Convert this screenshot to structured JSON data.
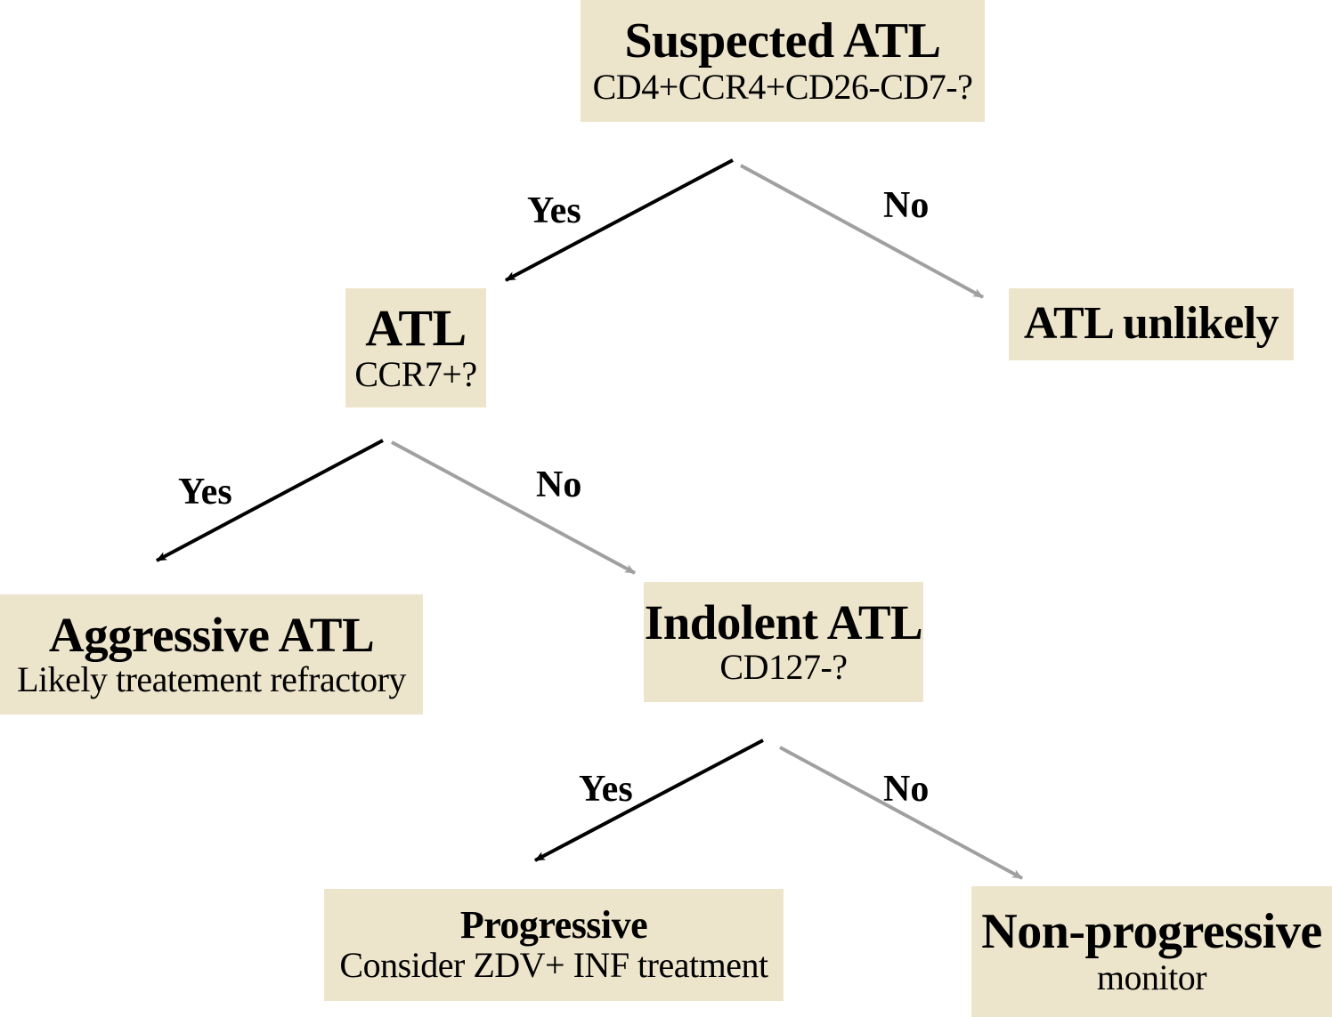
{
  "nodes": {
    "suspected": {
      "title": "Suspected ATL",
      "subtitle": "CD4+CCR4+CD26-CD7-?"
    },
    "atl": {
      "title": "ATL",
      "subtitle": "CCR7+?"
    },
    "unlikely": {
      "title": "ATL unlikely"
    },
    "aggressive": {
      "title": "Aggressive ATL",
      "subtitle": "Likely treatement refractory"
    },
    "indolent": {
      "title": "Indolent ATL",
      "subtitle": "CD127-?"
    },
    "progressive": {
      "title": "Progressive",
      "subtitle": "Consider ZDV+ INF treatment"
    },
    "nonprogressive": {
      "title": "Non-progressive",
      "subtitle": "monitor"
    }
  },
  "edges": {
    "suspected_yes": "Yes",
    "suspected_no": "No",
    "atl_yes": "Yes",
    "atl_no": "No",
    "indolent_yes": "Yes",
    "indolent_no": "No"
  },
  "colors": {
    "box_fill": "#ede5cb",
    "yes_arrow": "#000000",
    "no_arrow": "#a0a0a0"
  }
}
